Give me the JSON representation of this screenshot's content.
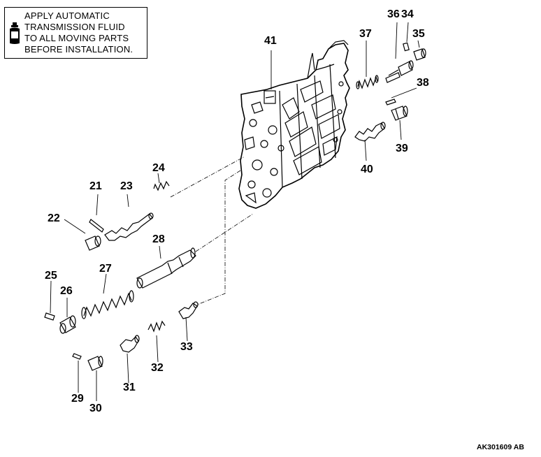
{
  "note": {
    "lines": [
      "APPLY AUTOMATIC",
      "TRANSMISSION FLUID",
      "TO ALL MOVING PARTS",
      "BEFORE INSTALLATION."
    ],
    "icon": "oil-can-icon"
  },
  "callouts": {
    "c41": "41",
    "c36": "36",
    "c34": "34",
    "c35": "35",
    "c37": "37",
    "c38": "38",
    "c39": "39",
    "c40": "40",
    "c24": "24",
    "c21": "21",
    "c23": "23",
    "c22": "22",
    "c28": "28",
    "c25": "25",
    "c26": "26",
    "c27": "27",
    "c33": "33",
    "c32": "32",
    "c31": "31",
    "c29": "29",
    "c30": "30"
  },
  "figure_code": "AK301609 AB",
  "colors": {
    "ink": "#000000",
    "paper": "#ffffff"
  }
}
